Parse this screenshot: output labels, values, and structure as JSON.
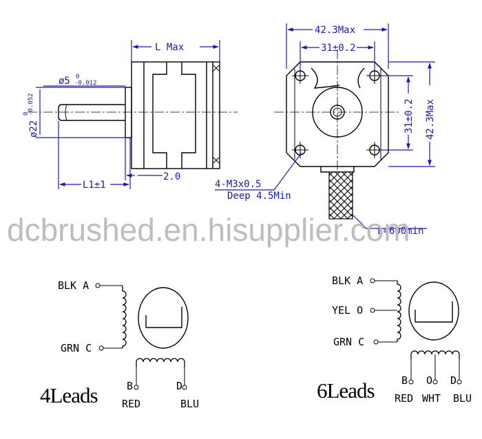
{
  "side_view": {
    "length_label": "L Max",
    "shaft_dia_label": "ø5",
    "shaft_dia_tol_upper": "0",
    "shaft_dia_tol_lower": "-0.012",
    "boss_dia_label": "ø22",
    "boss_dia_tol_upper": "0",
    "boss_dia_tol_lower": "-0.052",
    "shaft_len_label": "L1±1",
    "boss_height_label": "2.0"
  },
  "front_view": {
    "width_label": "42.3Max",
    "hole_spacing_label": "31±0.2",
    "height_label": "42.3Max",
    "hole_spacing_v_label": "31±0.2",
    "screw_label_line1": "4-M3x0.5",
    "screw_label_line2": "Deep 4.5Min",
    "cable_label": "L=600min"
  },
  "watermark": "dcbrushed.en.hisupplier.com",
  "wiring_4": {
    "title": "4Leads",
    "pin_a": "BLK A",
    "pin_c": "GRN C",
    "pin_b": "B",
    "pin_d": "D",
    "color_b": "RED",
    "color_d": "BLU"
  },
  "wiring_6": {
    "title": "6Leads",
    "pin_a": "BLK A",
    "pin_o": "YEL O",
    "pin_c": "GRN C",
    "pin_b": "B",
    "pin_o2": "O",
    "pin_d": "D",
    "color_b": "RED",
    "color_o": "WHT",
    "color_d": "BLU"
  }
}
